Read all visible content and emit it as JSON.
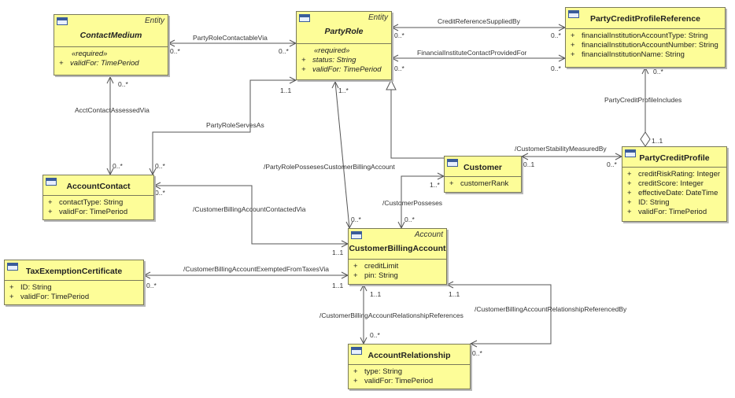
{
  "classes": {
    "contact_medium": {
      "stereotype": "Entity",
      "name": "ContactMedium",
      "required": "«required»",
      "attrs": [
        {
          "vis": "+",
          "text": "validFor: TimePeriod"
        }
      ]
    },
    "party_role": {
      "stereotype": "Entity",
      "name": "PartyRole",
      "required": "«required»",
      "attrs": [
        {
          "vis": "+",
          "text": "status: String"
        },
        {
          "vis": "+",
          "text": "validFor: TimePeriod"
        }
      ]
    },
    "pcp_reference": {
      "name": "PartyCreditProfileReference",
      "attrs": [
        {
          "vis": "+",
          "text": "financialInstitutionAccountType: String"
        },
        {
          "vis": "+",
          "text": "financialInstitutionAccountNumber: String"
        },
        {
          "vis": "+",
          "text": "financialInstitutionName: String"
        }
      ]
    },
    "account_contact": {
      "name": "AccountContact",
      "attrs": [
        {
          "vis": "+",
          "text": "contactType: String"
        },
        {
          "vis": "+",
          "text": "validFor: TimePeriod"
        }
      ]
    },
    "customer": {
      "name": "Customer",
      "attrs": [
        {
          "vis": "+",
          "text": "customerRank"
        }
      ]
    },
    "party_credit_profile": {
      "name": "PartyCreditProfile",
      "attrs": [
        {
          "vis": "+",
          "text": "creditRiskRating: Integer"
        },
        {
          "vis": "+",
          "text": "creditScore: Integer"
        },
        {
          "vis": "+",
          "text": "effectiveDate: DateTime"
        },
        {
          "vis": "+",
          "text": "ID: String"
        },
        {
          "vis": "+",
          "text": "validFor: TimePeriod"
        }
      ]
    },
    "customer_billing_account": {
      "stereotype": "Account",
      "name": "CustomerBillingAccount",
      "attrs": [
        {
          "vis": "+",
          "text": "creditLimit"
        },
        {
          "vis": "+",
          "text": "pin: String"
        }
      ]
    },
    "tax_exemption_certificate": {
      "name": "TaxExemptionCertificate",
      "attrs": [
        {
          "vis": "+",
          "text": "ID: String"
        },
        {
          "vis": "+",
          "text": "validFor: TimePeriod"
        }
      ]
    },
    "account_relationship": {
      "name": "AccountRelationship",
      "attrs": [
        {
          "vis": "+",
          "text": "type: String"
        },
        {
          "vis": "+",
          "text": "validFor: TimePeriod"
        }
      ]
    }
  },
  "associations": {
    "party_role_contactable_via": "PartyRoleContactableVia",
    "credit_reference_supplied_by": "CreditReferenceSuppliedBy",
    "financial_institute_contact_provided_for": "FinancialInstituteContactProvidedFor",
    "acct_contact_assessed_via": "AcctContactAssessedVia",
    "party_role_serves_as": "PartyRoleServesAs",
    "party_credit_profile_includes": "PartyCreditProfileIncludes",
    "customer_stability_measured_by": "/CustomerStabilityMeasuredBy",
    "party_role_posseses_cba": "/PartyRolePossesesCustomerBillingAccount",
    "customer_posseses": "/CustomerPosseses",
    "cba_contacted_via": "/CustomerBillingAccountContactedVia",
    "cba_exempted_from_taxes_via": "/CustomerBillingAccountExemptedFromTaxesVia",
    "cba_relationship_references": "/CustomerBillingAccountRelationshipReferences",
    "cba_relationship_referenced_by": "/CustomerBillingAccountRelationshipReferencedBy"
  },
  "multiplicities": {
    "m1": "0..*",
    "m2": "0..*",
    "m3": "0..*",
    "m4": "0..*",
    "m5": "0..*",
    "m6": "0..*",
    "m7": "0..*",
    "m8": "1..1",
    "m9": "1..*",
    "m10": "0..*",
    "m11": "0..*",
    "m12": "0..*",
    "m13": "1..1",
    "m14": "0..1",
    "m15": "0..*",
    "m16": "1..*",
    "m17": "0..*",
    "m18": "0..*",
    "m19": "0..*",
    "m20": "1..1",
    "m21": "0..*",
    "m22": "1..1",
    "m23": "1..1",
    "m24": "1..1",
    "m25": "0..*",
    "m26": "0..*"
  }
}
